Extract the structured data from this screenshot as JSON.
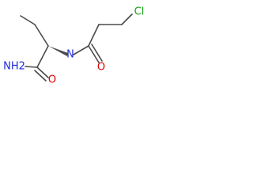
{
  "molecule": {
    "atoms": {
      "amine": "NH2",
      "amide_nitrogen": "N",
      "amide_oxygen_left": "O",
      "carbonyl_oxygen_right": "O",
      "chlorine": "Cl"
    }
  },
  "colors": {
    "bond": "#4a4a4a",
    "nitrogen": "#1f2bd8",
    "oxygen": "#e00000",
    "chlorine": "#1aa51a"
  }
}
